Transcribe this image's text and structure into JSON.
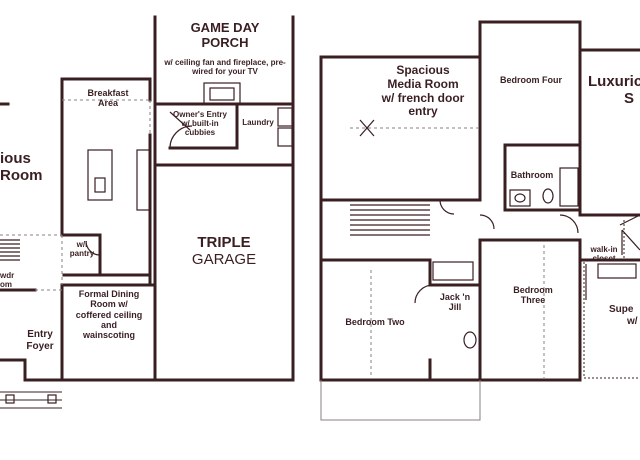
{
  "rooms": {
    "great_room": {
      "line1": "ious",
      "line2": "Room"
    },
    "breakfast_area": {
      "line1": "Breakfast",
      "line2": "Area"
    },
    "porch": {
      "title_line1": "GAME DAY",
      "title_line2": "PORCH",
      "note_line1": "w/ ceiling fan and fireplace, pre-",
      "note_line2": "wired for your TV"
    },
    "owners_entry": {
      "line1": "Owner's Entry",
      "line2": "w/ built-in",
      "line3": "cubbies"
    },
    "laundry": {
      "label": "Laundry"
    },
    "pantry": {
      "line1": "w/i",
      "line2": "pantry"
    },
    "garage": {
      "line1": "TRIPLE",
      "line2": "GARAGE"
    },
    "powder": {
      "line1": "wdr",
      "line2": "om"
    },
    "entry_foyer": {
      "line1": "Entry",
      "line2": "Foyer"
    },
    "formal_dining": {
      "line1": "Formal Dining",
      "line2": "Room w/",
      "line3": "coffered ceiling",
      "line4": "and",
      "line5": "wainscoting"
    },
    "media_room": {
      "line1": "Spacious",
      "line2": "Media Room",
      "line3": "w/ french door",
      "line4": "entry"
    },
    "bedroom_four": {
      "label": "Bedroom Four"
    },
    "owner_suite": {
      "line1": "Luxuric",
      "line2": "S"
    },
    "bathroom": {
      "label": "Bathroom"
    },
    "walk_in_closet": {
      "line1": "walk-in",
      "line2": "closet"
    },
    "jack_n_jill": {
      "line1": "Jack 'n",
      "line2": "Jill"
    },
    "bedroom_three": {
      "line1": "Bedroom",
      "line2": "Three"
    },
    "bedroom_two": {
      "label": "Bedroom Two"
    },
    "owner_bath": {
      "line1": "Supe",
      "line2": "w/"
    }
  },
  "colors": {
    "wall": "#3a1f22",
    "text": "#3a1f22",
    "light_line": "#8a7f80",
    "background": "#ffffff"
  }
}
